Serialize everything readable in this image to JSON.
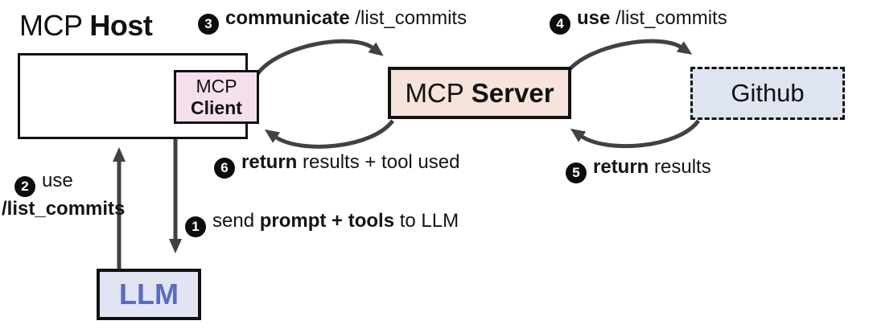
{
  "diagram": {
    "title": {
      "regular": "MCP",
      "bold": "Host"
    },
    "nodes": {
      "client": {
        "line1": "MCP",
        "line2": "Client"
      },
      "server": {
        "regular": "MCP",
        "bold": "Server"
      },
      "github": {
        "label": "Github"
      },
      "llm": {
        "label": "LLM"
      }
    },
    "steps": {
      "s1": {
        "num": "1",
        "pre": "send",
        "bold": "prompt + tools",
        "post": "to LLM"
      },
      "s2": {
        "num": "2",
        "pre": "use",
        "bold": "/list_commits"
      },
      "s3": {
        "num": "3",
        "bold": "communicate",
        "post": "/list_commits"
      },
      "s4": {
        "num": "4",
        "bold": "use",
        "post": "/list_commits"
      },
      "s5": {
        "num": "5",
        "bold": "return",
        "post": "results"
      },
      "s6": {
        "num": "6",
        "bold": "return",
        "post": "results + tool used"
      }
    },
    "colors": {
      "arrow": "#414141",
      "border": "#111111",
      "client_bg": "#f4e0ec",
      "server_bg": "#f5e3dc",
      "github_bg": "#dee4f0",
      "llm_bg": "#e2e4f4",
      "llm_text": "#5a6bc0",
      "badge_bg": "#0d0d0d",
      "badge_text": "#ffffff"
    }
  }
}
